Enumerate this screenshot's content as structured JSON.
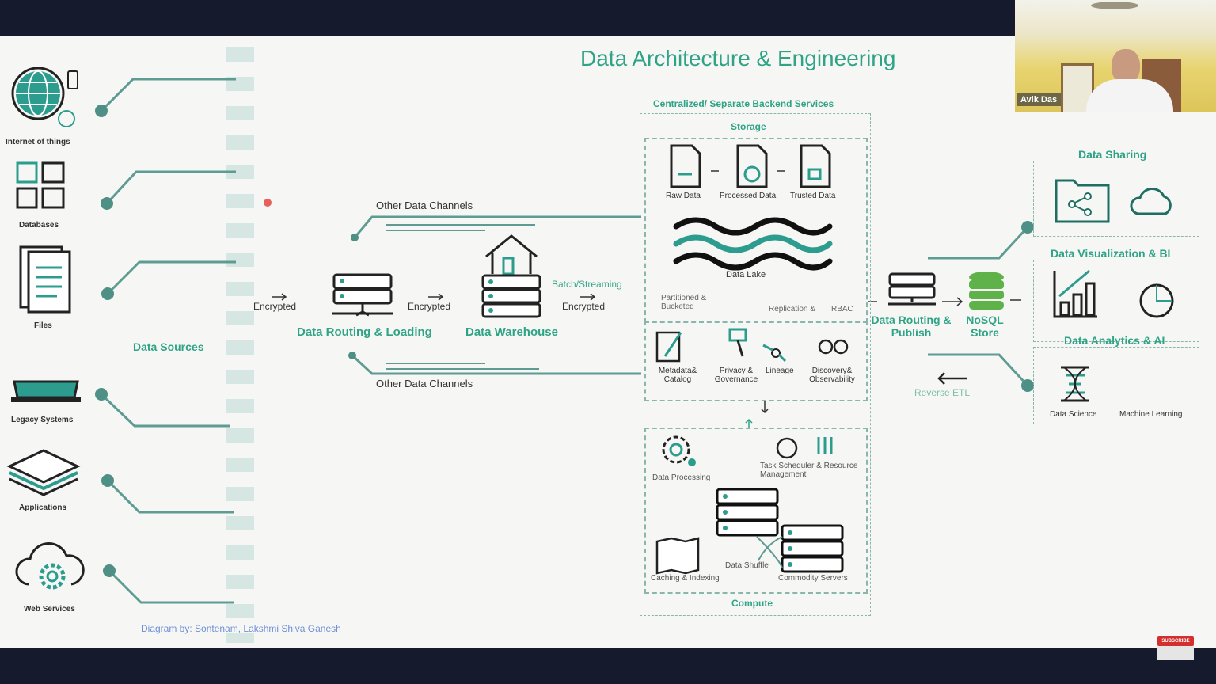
{
  "title": "Data Architecture & Engineering",
  "sources": {
    "section_label": "Data Sources",
    "items": [
      {
        "label": "Internet of things",
        "icon": "globe-icon"
      },
      {
        "label": "Databases",
        "icon": "grid-icon"
      },
      {
        "label": "Files",
        "icon": "document-icon"
      },
      {
        "label": "Legacy Systems",
        "icon": "laptop-icon"
      },
      {
        "label": "Applications",
        "icon": "layers-icon"
      },
      {
        "label": "Web Services",
        "icon": "cloud-gear-icon"
      }
    ]
  },
  "pipeline": {
    "encrypted_label": "Encrypted",
    "batch_streaming": "Batch/Streaming",
    "other_channels_top": "Other Data Channels",
    "other_channels_bottom": "Other Data Channels",
    "routing_loading": "Data Routing & Loading",
    "warehouse": "Data Warehouse"
  },
  "backend": {
    "title": "Centralized/ Separate Backend Services",
    "storage": {
      "label": "Storage",
      "raw": "Raw Data",
      "processed": "Processed Data",
      "trusted": "Trusted Data",
      "lake": "Data Lake",
      "partitioned": "Partitioned & Bucketed",
      "replication": "Replication &",
      "rbac": "RBAC"
    },
    "services": [
      {
        "label": "Metadata& Catalog"
      },
      {
        "label": "Privacy & Governance"
      },
      {
        "label": "Lineage"
      },
      {
        "label": "Discovery& Observability"
      }
    ],
    "compute": {
      "label": "Compute",
      "processing": "Data Processing",
      "scheduler": "Task Scheduler & Resource Management",
      "caching": "Caching & Indexing",
      "shuffle": "Data Shuffle",
      "servers": "Commodity Servers"
    }
  },
  "output": {
    "routing_publish": "Data Routing & Publish",
    "nosql": "NoSQL Store",
    "reverse_etl": "Reverse ETL",
    "sharing": "Data Sharing",
    "viz": "Data Visualization & BI",
    "analytics": "Data Analytics & AI",
    "data_science": "Data Science",
    "ml": "Machine Learning"
  },
  "credit": "Diagram by: Sontenam, Lakshmi Shiva Ganesh",
  "webcam": {
    "participant_name": "Avik Das"
  },
  "subscribe_label": "SUBSCRIBE",
  "colors": {
    "accent": "#2fa386",
    "teal": "#1f8f7f",
    "frame": "#151b2c"
  }
}
